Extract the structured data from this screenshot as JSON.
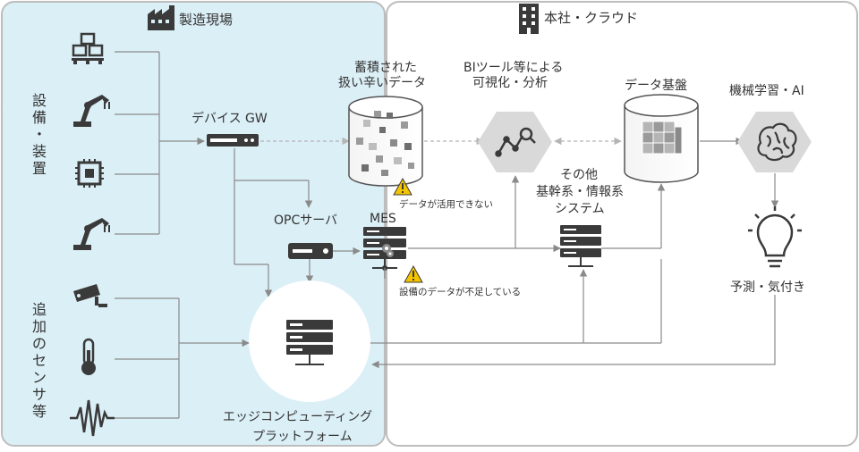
{
  "sections": {
    "factory": {
      "title": "製造現場"
    },
    "cloud": {
      "title": "本社・クラウド"
    }
  },
  "labels": {
    "equipment": "設備・装置",
    "sensors": "追加のセンサ等",
    "device_gw": "デバイス GW",
    "opc_server": "OPCサーバ",
    "mes": "MES",
    "edge_platform": [
      "エッジコンピューティング",
      "プラットフォーム"
    ],
    "stored_data": [
      "蓄積された",
      "扱い辛いデータ"
    ],
    "bi_tools": [
      "BIツール等による",
      "可視化・分析"
    ],
    "data_platform": "データ基盤",
    "machine_learning": "機械学習・AI",
    "other_systems": [
      "その他",
      "基幹系・情報系",
      "システム"
    ],
    "prediction": "予測・気付き"
  },
  "warnings": {
    "data_unusable": "データが活用できない",
    "data_insufficient": "設備のデータが不足している"
  },
  "colors": {
    "factory_bg": "#dbeff6",
    "cloud_bg": "#ffffff",
    "border": "#bdbdbd",
    "icon_dark": "#3a3a3a",
    "arrow": "#8a8a8a",
    "hexagon": "#d9d9d9",
    "warning": "#f5c400"
  },
  "icons": [
    "factory-icon",
    "building-icon",
    "boxes-icon",
    "robot-arm-icon",
    "chip-icon",
    "camera-icon",
    "thermometer-icon",
    "waveform-icon",
    "gateway-icon",
    "server-icon",
    "database-icon",
    "chart-search-icon",
    "brain-icon",
    "lightbulb-icon",
    "warning-icon"
  ]
}
